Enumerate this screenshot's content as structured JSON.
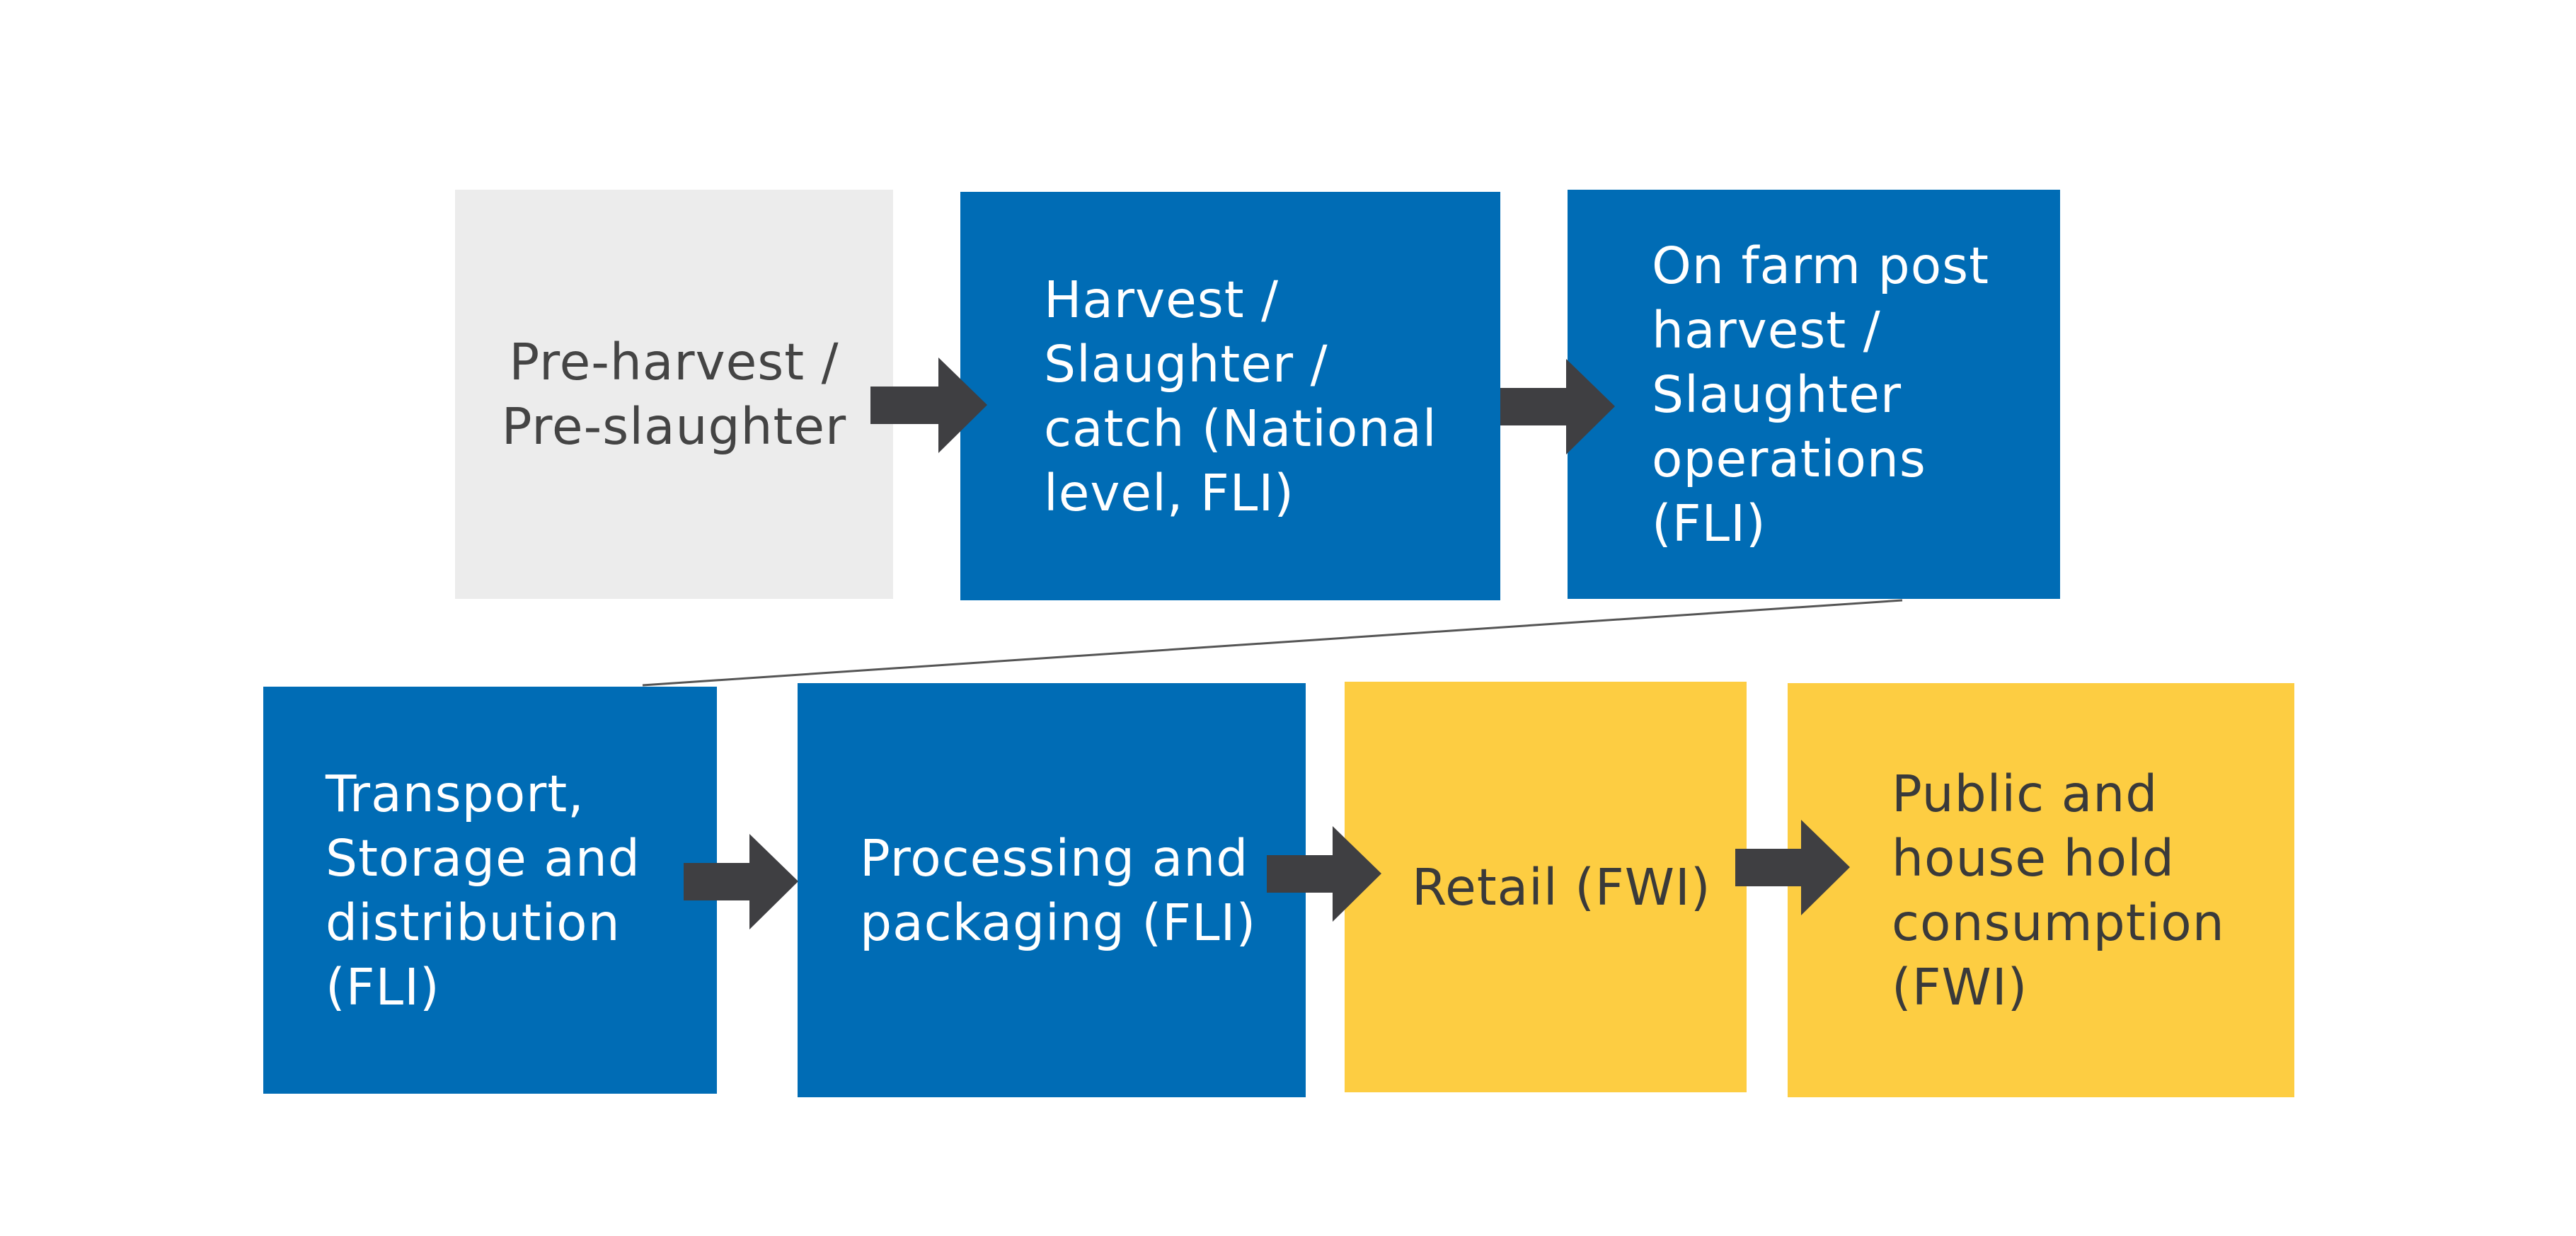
{
  "diagram": {
    "colors": {
      "blue": "#006cb5",
      "gray": "#ececec",
      "yellow": "#fdcd42",
      "arrow": "#3f3f42"
    },
    "boxes": {
      "pre_harvest": "Pre-harvest /\nPre-slaughter",
      "harvest": "Harvest /\nSlaughter /\ncatch (National\nlevel, FLI)",
      "on_farm": "On farm post\nharvest /\nSlaughter\noperations\n(FLI)",
      "transport": "Transport,\nStorage and\ndistribution\n(FLI)",
      "processing": "Processing and\npackaging (FLI)",
      "retail": "Retail (FWI)",
      "public": "Public and\nhouse hold\nconsumption\n(FWI)"
    }
  }
}
